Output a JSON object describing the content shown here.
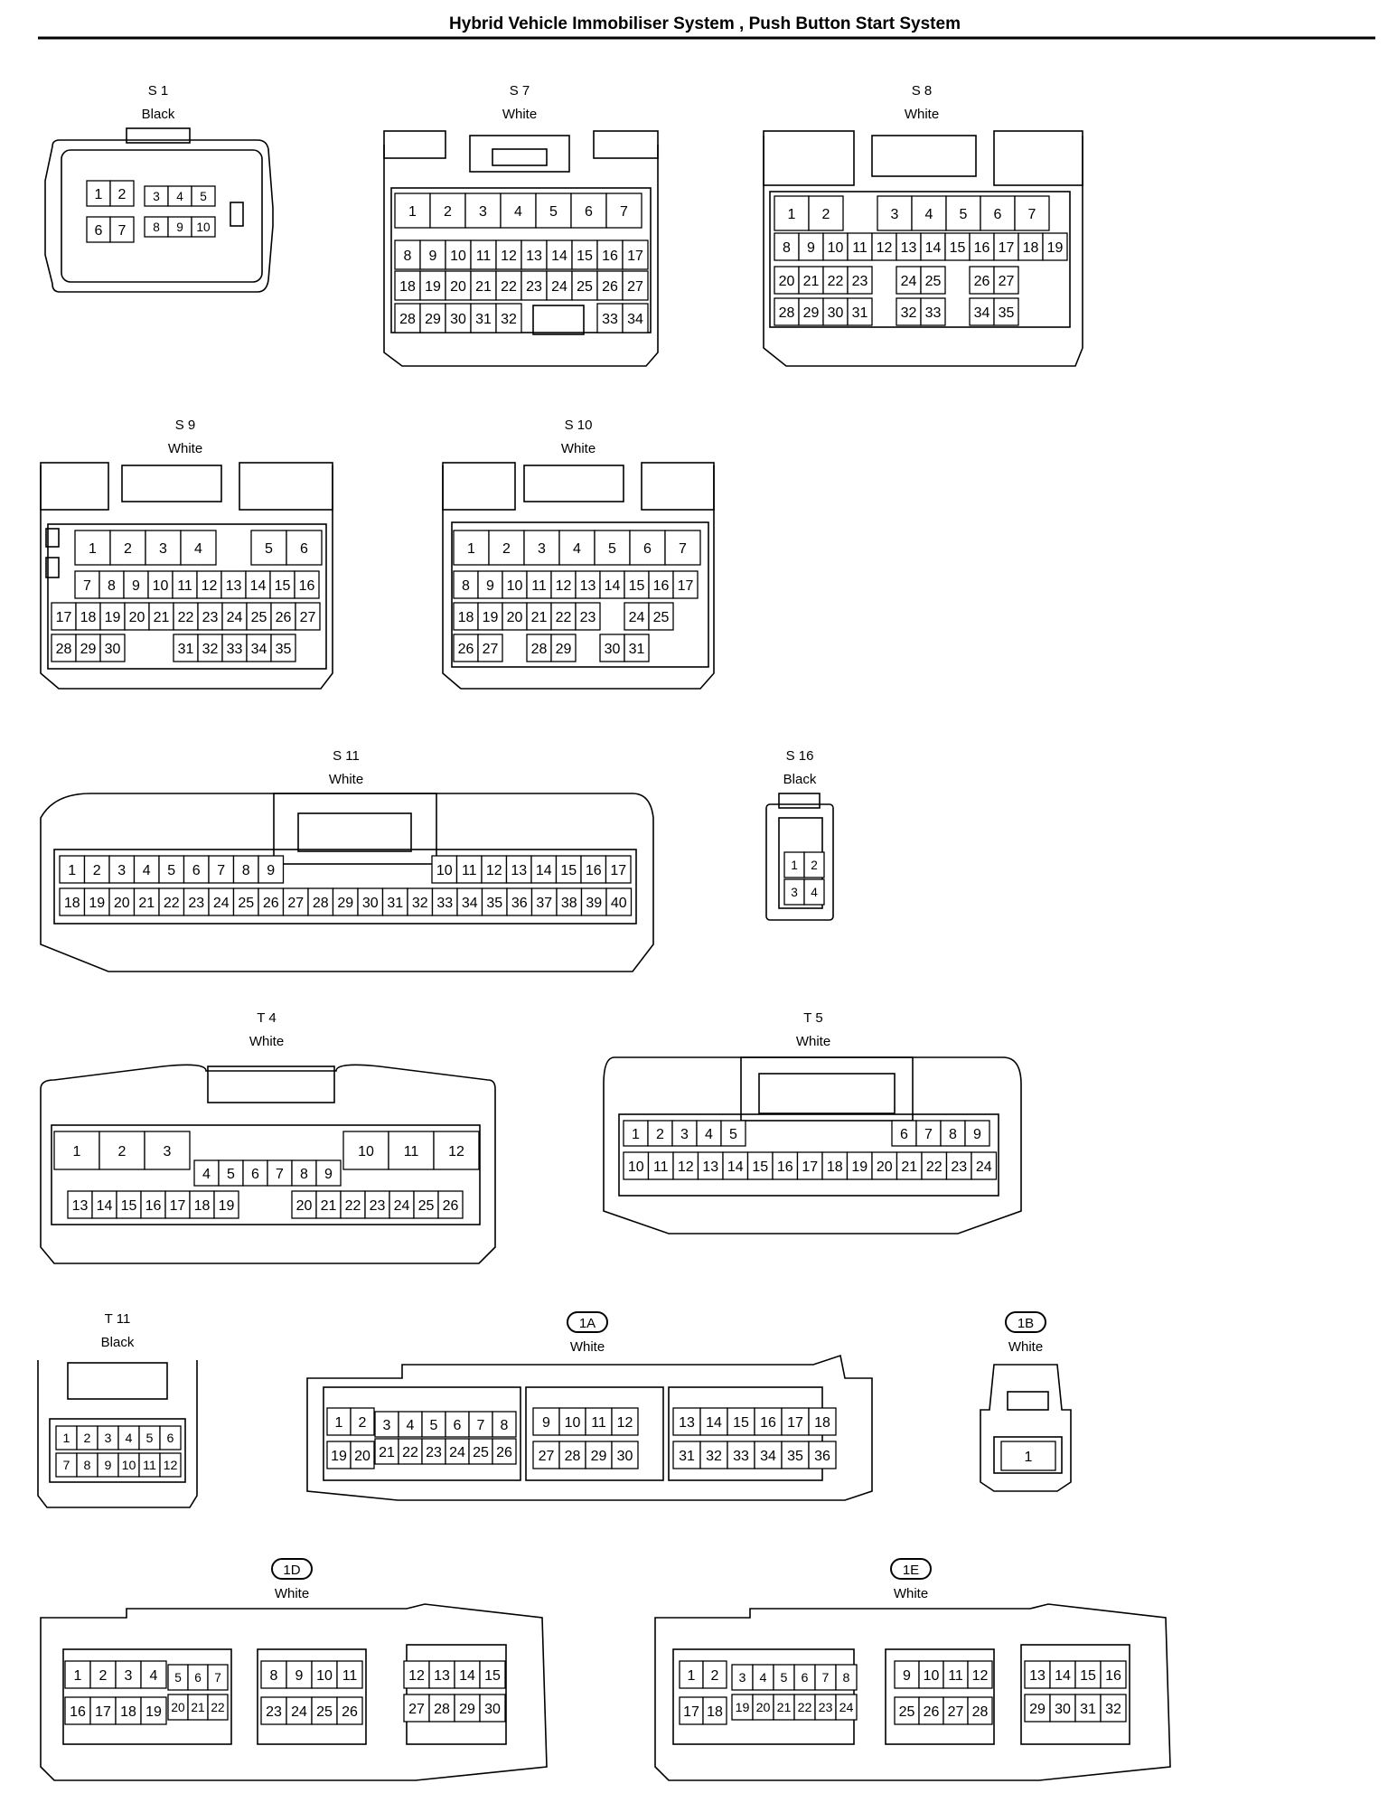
{
  "page": {
    "title": "Hybrid Vehicle Immobiliser System , Push Button Start System"
  },
  "connectors": {
    "S1": {
      "name": "S 1",
      "color": "Black"
    },
    "S7": {
      "name": "S 7",
      "color": "White"
    },
    "S8": {
      "name": "S 8",
      "color": "White"
    },
    "S9": {
      "name": "S 9",
      "color": "White"
    },
    "S10": {
      "name": "S 10",
      "color": "White"
    },
    "S11": {
      "name": "S 11",
      "color": "White"
    },
    "S16": {
      "name": "S 16",
      "color": "Black"
    },
    "T4": {
      "name": "T 4",
      "color": "White"
    },
    "T5": {
      "name": "T 5",
      "color": "White"
    },
    "T11": {
      "name": "T 11",
      "color": "Black"
    },
    "1A": {
      "name": "1A",
      "color": "White"
    },
    "1B": {
      "name": "1B",
      "color": "White"
    },
    "1D": {
      "name": "1D",
      "color": "White"
    },
    "1E": {
      "name": "1E",
      "color": "White"
    }
  },
  "pins": {
    "S1": [
      [
        1,
        2,
        3,
        4,
        5
      ],
      [
        6,
        7,
        8,
        9,
        10
      ]
    ],
    "S7": [
      [
        1,
        2,
        3,
        4,
        5,
        6,
        7
      ],
      [
        8,
        9,
        10,
        11,
        12,
        13,
        14,
        15,
        16,
        17
      ],
      [
        18,
        19,
        20,
        21,
        22,
        23,
        24,
        25,
        26,
        27
      ],
      [
        28,
        29,
        30,
        31,
        32,
        null,
        null,
        null,
        33,
        34
      ]
    ],
    "S8": [
      [
        1,
        2,
        null,
        3,
        4,
        5,
        6,
        7
      ],
      [
        8,
        9,
        10,
        11,
        12,
        13,
        14,
        15,
        16,
        17,
        18,
        19
      ],
      [
        20,
        21,
        22,
        23,
        null,
        24,
        25,
        null,
        26,
        27
      ],
      [
        28,
        29,
        30,
        31,
        null,
        32,
        33,
        null,
        34,
        35
      ]
    ],
    "S9": [
      [
        1,
        2,
        3,
        4,
        null,
        5,
        6
      ],
      [
        7,
        8,
        9,
        10,
        11,
        12,
        13,
        14,
        15,
        16
      ],
      [
        17,
        18,
        19,
        20,
        21,
        22,
        23,
        24,
        25,
        26,
        27
      ],
      [
        28,
        29,
        30,
        null,
        null,
        31,
        32,
        33,
        34,
        35
      ]
    ],
    "S10": [
      [
        1,
        2,
        3,
        4,
        5,
        6,
        7
      ],
      [
        8,
        9,
        10,
        11,
        12,
        13,
        14,
        15,
        16,
        17
      ],
      [
        18,
        19,
        20,
        21,
        22,
        23,
        null,
        24,
        25
      ],
      [
        26,
        27,
        null,
        28,
        29,
        null,
        30,
        31
      ]
    ],
    "S11": [
      [
        1,
        2,
        3,
        4,
        5,
        6,
        7,
        8,
        9,
        10,
        11,
        12,
        13,
        14,
        15,
        16,
        17
      ],
      [
        18,
        19,
        20,
        21,
        22,
        23,
        24,
        25,
        26,
        27,
        28,
        29,
        30,
        31,
        32,
        33,
        34,
        35,
        36,
        37,
        38,
        39,
        40
      ]
    ],
    "S16": [
      [
        1,
        2
      ],
      [
        3,
        4
      ]
    ],
    "T4": [
      [
        1,
        2,
        3,
        10,
        11,
        12
      ],
      [
        4,
        5,
        6,
        7,
        8,
        9
      ],
      [
        13,
        14,
        15,
        16,
        17,
        18,
        19,
        20,
        21,
        22,
        23,
        24,
        25,
        26
      ]
    ],
    "T5": [
      [
        1,
        2,
        3,
        4,
        5,
        6,
        7,
        8,
        9
      ],
      [
        10,
        11,
        12,
        13,
        14,
        15,
        16,
        17,
        18,
        19,
        20,
        21,
        22,
        23,
        24
      ]
    ],
    "T11": [
      [
        1,
        2,
        3,
        4,
        5,
        6
      ],
      [
        7,
        8,
        9,
        10,
        11,
        12
      ]
    ],
    "1A": [
      [
        1,
        2,
        3,
        4,
        5,
        6,
        7,
        8,
        9,
        10,
        11,
        12,
        13,
        14,
        15,
        16,
        17,
        18
      ],
      [
        19,
        20,
        21,
        22,
        23,
        24,
        25,
        26,
        27,
        28,
        29,
        30,
        31,
        32,
        33,
        34,
        35,
        36
      ]
    ],
    "1B": [
      [
        1
      ]
    ],
    "1D": [
      [
        1,
        2,
        3,
        4,
        5,
        6,
        7,
        8,
        9,
        10,
        11,
        12,
        13,
        14,
        15
      ],
      [
        16,
        17,
        18,
        19,
        20,
        21,
        22,
        23,
        24,
        25,
        26,
        27,
        28,
        29,
        30
      ]
    ],
    "1E": [
      [
        1,
        2,
        3,
        4,
        5,
        6,
        7,
        8,
        9,
        10,
        11,
        12,
        13,
        14,
        15,
        16
      ],
      [
        17,
        18,
        19,
        20,
        21,
        22,
        23,
        24,
        25,
        26,
        27,
        28,
        29,
        30,
        31,
        32
      ]
    ]
  }
}
